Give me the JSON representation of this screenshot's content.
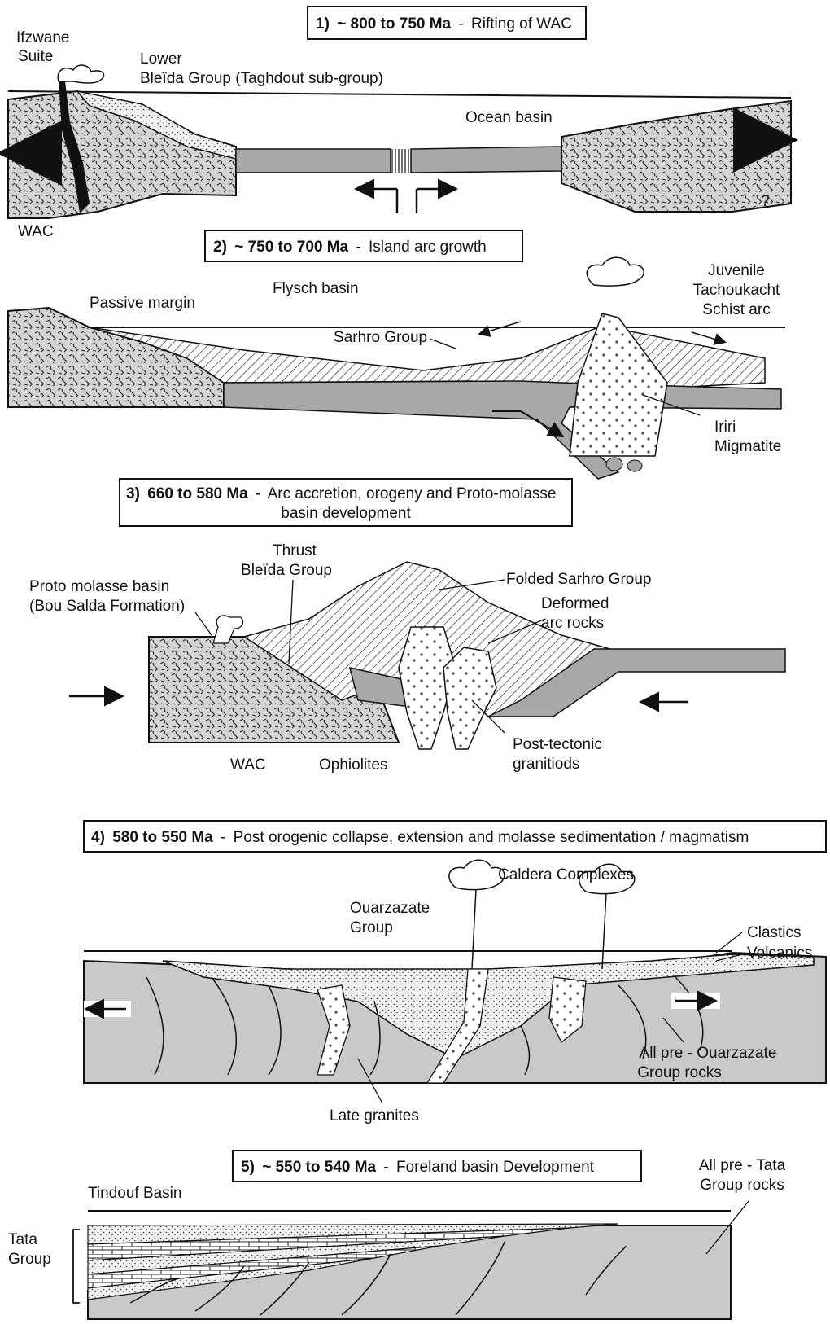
{
  "stages": [
    {
      "number": "1)",
      "age": "~ 800 to 750 Ma",
      "title": "Rifting of WAC",
      "labels": {
        "suite_1": "Ifzwane",
        "suite_2": "Suite",
        "lower_1": "Lower",
        "lower_2": "Bleïda Group (Taghdout sub-group)",
        "ocean": "Ocean basin",
        "wac": "WAC",
        "question": "?"
      }
    },
    {
      "number": "2)",
      "age": "~ 750 to 700 Ma",
      "title": "Island arc growth",
      "labels": {
        "passive": "Passive margin",
        "flysch": "Flysch basin",
        "sarhro": "Sarhro Group",
        "juv_1": "Juvenile",
        "juv_2": "Tachoukacht",
        "juv_3": "Schist arc",
        "iriri_1": "Iriri",
        "iriri_2": "Migmatite"
      }
    },
    {
      "number": "3)",
      "age": "660 to 580 Ma",
      "title": "Arc accretion, orogeny and Proto-molasse",
      "title_2": "basin development",
      "labels": {
        "thrust_1": "Thrust",
        "thrust_2": "Bleïda Group",
        "proto_1": "Proto molasse basin",
        "proto_2": "(Bou Salda Formation)",
        "folded": "Folded Sarhro Group",
        "deformed_1": "Deformed",
        "deformed_2": "arc rocks",
        "wac": "WAC",
        "ophiolites": "Ophiolites",
        "post_1": "Post-tectonic",
        "post_2": "granitiods"
      }
    },
    {
      "number": "4)",
      "age": "580 to 550 Ma",
      "title": "Post orogenic collapse, extension and molasse sedimentation / magmatism",
      "labels": {
        "caldera": "Caldera Complexes",
        "ouar_1": "Ouarzazate",
        "ouar_2": "Group",
        "clastics": "Clastics",
        "volcanics": "Volcanics",
        "allpre_1": "All pre - Ouarzazate",
        "allpre_2": "Group rocks",
        "late": "Late granites"
      }
    },
    {
      "number": "5)",
      "age": "~ 550 to 540 Ma",
      "title": "Foreland basin Development",
      "labels": {
        "tindouf": "Tindouf Basin",
        "allpre_1": "All pre - Tata",
        "allpre_2": "Group rocks",
        "tata_1": "Tata",
        "tata_2": "Group"
      }
    }
  ],
  "colors": {
    "crust_gray": "#c9c9c9",
    "ocean_crust": "#a8a8a8",
    "line": "#111111"
  }
}
